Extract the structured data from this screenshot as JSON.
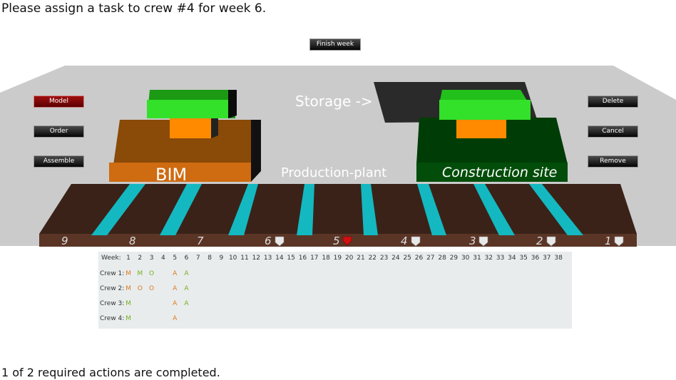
{
  "instruction": "Please assign a task to crew #4 for week 6.",
  "status": "1 of 2 required actions are completed.",
  "buttons": {
    "finish_week": "Finish week",
    "model": "Model",
    "order": "Order",
    "assemble": "Assemble",
    "delete": "Delete",
    "cancel": "Cancel",
    "remove": "Remove"
  },
  "scene": {
    "storage_label": "Storage ->",
    "production_label": "Production-plant",
    "bim_label": "BIM",
    "site_label": "Construction site",
    "conveyor_numbers": [
      "9",
      "8",
      "7",
      "6",
      "5",
      "4",
      "3",
      "2",
      "1"
    ],
    "gem_icons": [
      "",
      "",
      "",
      "diamond-icon",
      "ruby-icon",
      "diamond-icon",
      "diamond-icon",
      "diamond-icon",
      "diamond-icon"
    ]
  },
  "schedule": {
    "week_label": "Week:",
    "weeks": [
      "1",
      "2",
      "3",
      "4",
      "5",
      "6",
      "7",
      "8",
      "9",
      "10",
      "11",
      "12",
      "13",
      "14",
      "15",
      "16",
      "17",
      "18",
      "19",
      "20",
      "21",
      "22",
      "23",
      "24",
      "25",
      "26",
      "27",
      "28",
      "29",
      "30",
      "31",
      "32",
      "33",
      "34",
      "35",
      "36",
      "37",
      "38"
    ],
    "crews": [
      {
        "label": "Crew 1:",
        "cells": [
          "M",
          "M",
          "O",
          "",
          "A",
          "A"
        ],
        "colors": [
          "#e07a20",
          "#7ab020",
          "#7ab020",
          "",
          "#e07a20",
          "#7ab020"
        ]
      },
      {
        "label": "Crew 2:",
        "cells": [
          "M",
          "O",
          "O",
          "",
          "A",
          "A"
        ],
        "colors": [
          "#e07a20",
          "#e07a20",
          "#e07a20",
          "",
          "#e07a20",
          "#7ab020"
        ]
      },
      {
        "label": "Crew 3:",
        "cells": [
          "M",
          "",
          "",
          "",
          "A",
          "A"
        ],
        "colors": [
          "#7ab020",
          "",
          "",
          "",
          "#e07a20",
          "#7ab020"
        ]
      },
      {
        "label": "Crew 4:",
        "cells": [
          "M",
          "",
          "",
          "",
          "A",
          ""
        ],
        "colors": [
          "#7ab020",
          "",
          "",
          "",
          "#e07a20",
          ""
        ]
      }
    ]
  },
  "colors": {
    "floor": "#cbcbcb",
    "bim": "#c8620a",
    "site": "#014d09",
    "green_block": "#33e02a",
    "orange_block": "#ff8a00",
    "conveyor": "#3a2218",
    "stripe": "#14b8c0"
  }
}
